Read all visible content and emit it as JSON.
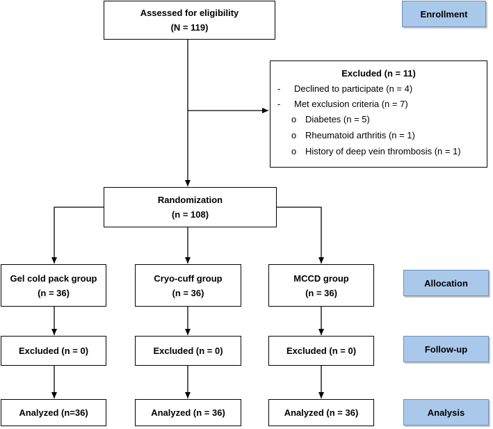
{
  "enrollment": {
    "title": "Assessed for eligibility",
    "count": "(N = 119)"
  },
  "excluded": {
    "title": "Excluded (n = 11)",
    "items": [
      {
        "marker": "-",
        "text": "Declined to participate (n = 4)"
      },
      {
        "marker": "-",
        "text": "Met exclusion criteria (n = 7)"
      }
    ],
    "subitems": [
      {
        "marker": "o",
        "text": "Diabetes (n = 5)"
      },
      {
        "marker": "o",
        "text": "Rheumatoid arthritis (n = 1)"
      },
      {
        "marker": "o",
        "text": "History of deep vein thrombosis (n = 1)"
      }
    ]
  },
  "randomization": {
    "title": "Randomization",
    "count": "(n = 108)"
  },
  "groups": [
    {
      "name": "Gel cold pack group",
      "count": "(n = 36)",
      "followup": "Excluded (n = 0)",
      "analyzed": "Analyzed (n=36)"
    },
    {
      "name": "Cryo-cuff group",
      "count": "(n = 36)",
      "followup": "Excluded (n = 0)",
      "analyzed": "Analyzed (n = 36)"
    },
    {
      "name": "MCCD group",
      "count": "(n = 36)",
      "followup": "Excluded (n = 0)",
      "analyzed": "Analyzed (n = 36)"
    }
  ],
  "phases": {
    "enrollment": "Enrollment",
    "allocation": "Allocation",
    "followup": "Follow-up",
    "analysis": "Analysis"
  }
}
